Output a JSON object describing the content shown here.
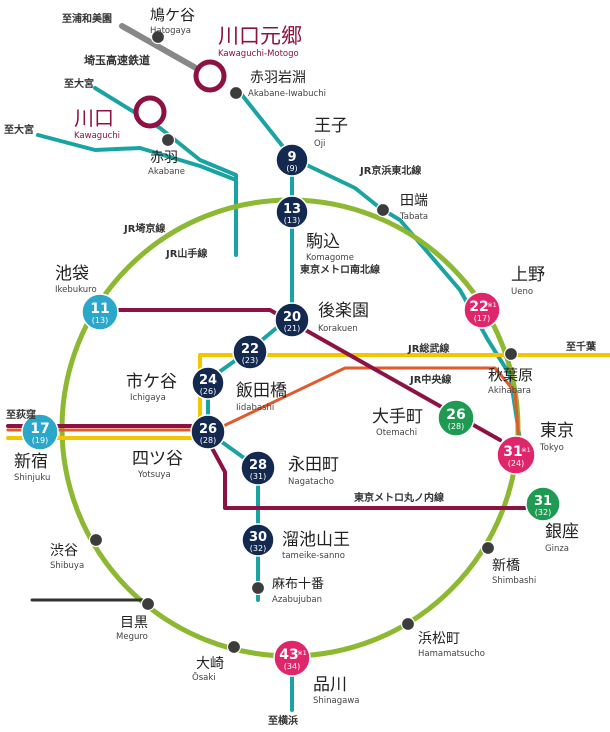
{
  "colors": {
    "yamanote": "#8cb832",
    "namboku": "#1aa3a3",
    "marunouchi": "#8c1244",
    "sobu": "#f2c500",
    "chuo": "#e05a2b",
    "navy": "#13294f",
    "ring_blue": "#2aa7c9",
    "magenta": "#e0266a",
    "green": "#1f9a52",
    "gray": "#888888",
    "wine": "#8c1244",
    "text_jp": "#222222",
    "text_en": "#444444"
  },
  "labels": {
    "line_names": [
      {
        "id": "keihin",
        "text": "JR京浜東北線"
      },
      {
        "id": "saikyo",
        "text": "JR埼京線"
      },
      {
        "id": "yamanote",
        "text": "JR山手線"
      },
      {
        "id": "namboku",
        "text": "東京メトロ南北線"
      },
      {
        "id": "sobu",
        "text": "JR総武線"
      },
      {
        "id": "chuo",
        "text": "JR中央線"
      },
      {
        "id": "marunouchi",
        "text": "東京メトロ丸ノ内線"
      },
      {
        "id": "saitama",
        "text": "埼玉高速鉄道"
      }
    ],
    "directions": [
      {
        "id": "urawa-misono",
        "text": "至浦和美園"
      },
      {
        "id": "omiya-1",
        "text": "至大宮"
      },
      {
        "id": "omiya-2",
        "text": "至大宮"
      },
      {
        "id": "chiba",
        "text": "至千葉"
      },
      {
        "id": "ogikubo",
        "text": "至荻窪"
      },
      {
        "id": "yokohama",
        "text": "至横浜"
      }
    ]
  },
  "stations": [
    {
      "id": "hatogaya",
      "jp": "鳩ケ谷",
      "en": "Hatogaya"
    },
    {
      "id": "kawaguchi-motogo",
      "jp": "川口元郷",
      "en": "Kawaguchi-Motogo"
    },
    {
      "id": "akabane-iwabuchi",
      "jp": "赤羽岩淵",
      "en": "Akabane-Iwabuchi"
    },
    {
      "id": "kawaguchi",
      "jp": "川口",
      "en": "Kawaguchi"
    },
    {
      "id": "akabane",
      "jp": "赤羽",
      "en": "Akabane"
    },
    {
      "id": "oji",
      "jp": "王子",
      "en": "Oji"
    },
    {
      "id": "tabata",
      "jp": "田端",
      "en": "Tabata"
    },
    {
      "id": "komagome",
      "jp": "駒込",
      "en": "Komagome"
    },
    {
      "id": "ikebukuro",
      "jp": "池袋",
      "en": "Ikebukuro"
    },
    {
      "id": "ueno",
      "jp": "上野",
      "en": "Ueno"
    },
    {
      "id": "korakuen",
      "jp": "後楽園",
      "en": "Korakuen"
    },
    {
      "id": "ichigaya",
      "jp": "市ケ谷",
      "en": "Ichigaya"
    },
    {
      "id": "iidabashi",
      "jp": "飯田橋",
      "en": "Iidabashi"
    },
    {
      "id": "akihabara",
      "jp": "秋葉原",
      "en": "Akihabara"
    },
    {
      "id": "otemachi",
      "jp": "大手町",
      "en": "Otemachi"
    },
    {
      "id": "tokyo",
      "jp": "東京",
      "en": "Tokyo"
    },
    {
      "id": "shinjuku",
      "jp": "新宿",
      "en": "Shinjuku"
    },
    {
      "id": "yotsuya",
      "jp": "四ツ谷",
      "en": "Yotsuya"
    },
    {
      "id": "nagatacho",
      "jp": "永田町",
      "en": "Nagatacho"
    },
    {
      "id": "ginza",
      "jp": "銀座",
      "en": "Ginza"
    },
    {
      "id": "tameike-sanno",
      "jp": "溜池山王",
      "en": "tameike-sanno"
    },
    {
      "id": "shibuya",
      "jp": "渋谷",
      "en": "Shibuya"
    },
    {
      "id": "shimbashi",
      "jp": "新橋",
      "en": "Shimbashi"
    },
    {
      "id": "azabujuban",
      "jp": "麻布十番",
      "en": "Azabujuban"
    },
    {
      "id": "meguro",
      "jp": "目黒",
      "en": "Meguro"
    },
    {
      "id": "hamamatsucho",
      "jp": "浜松町",
      "en": "Hamamatsucho"
    },
    {
      "id": "osaki",
      "jp": "大崎",
      "en": "Ōsaki"
    },
    {
      "id": "shinagawa",
      "jp": "品川",
      "en": "Shinagawa"
    }
  ],
  "time_badges": [
    {
      "id": "oji",
      "main": "9",
      "sub": "(9)",
      "mark": ""
    },
    {
      "id": "komagome",
      "main": "13",
      "sub": "(13)",
      "mark": ""
    },
    {
      "id": "ikebukuro",
      "main": "11",
      "sub": "(13)",
      "mark": ""
    },
    {
      "id": "korakuen",
      "main": "20",
      "sub": "(21)",
      "mark": ""
    },
    {
      "id": "ueno",
      "main": "22",
      "sub": "(17)",
      "mark": "※1"
    },
    {
      "id": "iidabashi",
      "main": "22",
      "sub": "(23)",
      "mark": ""
    },
    {
      "id": "ichigaya",
      "main": "24",
      "sub": "(26)",
      "mark": ""
    },
    {
      "id": "yotsuya",
      "main": "26",
      "sub": "(28)",
      "mark": ""
    },
    {
      "id": "otemachi",
      "main": "26",
      "sub": "(28)",
      "mark": ""
    },
    {
      "id": "shinjuku",
      "main": "17",
      "sub": "(19)",
      "mark": ""
    },
    {
      "id": "tokyo",
      "main": "31",
      "sub": "(24)",
      "mark": "※1"
    },
    {
      "id": "nagatacho",
      "main": "28",
      "sub": "(31)",
      "mark": ""
    },
    {
      "id": "ginza",
      "main": "31",
      "sub": "(32)",
      "mark": ""
    },
    {
      "id": "tameike-sanno",
      "main": "30",
      "sub": "(32)",
      "mark": ""
    },
    {
      "id": "shinagawa",
      "main": "43",
      "sub": "(34)",
      "mark": "※1"
    }
  ]
}
